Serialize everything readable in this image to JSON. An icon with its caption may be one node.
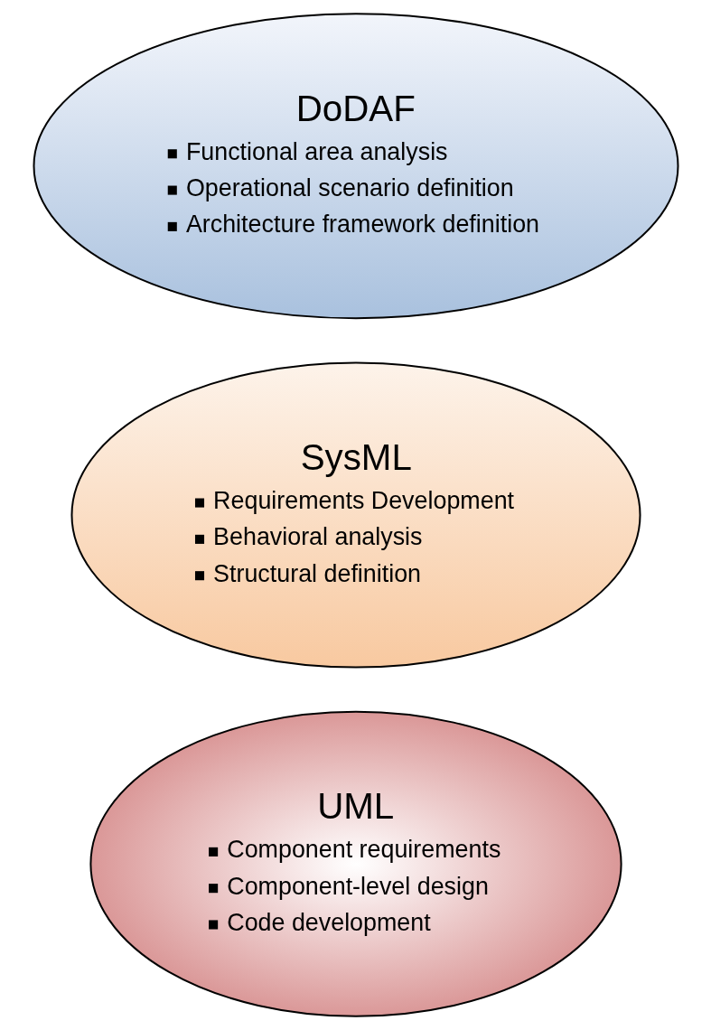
{
  "diagram": {
    "nodes": [
      {
        "text": [
          "DoDAF",
          "Functional area analysis",
          "Operational scenario definition",
          "Architecture framework definition"
        ]
      },
      {
        "text": [
          "SysML",
          "Requirements Development",
          "Behavioral analysis",
          "Structural definition"
        ]
      },
      {
        "text": [
          "UML",
          "Component requirements",
          "Component-level design",
          "Code development"
        ]
      }
    ],
    "edges": []
  }
}
